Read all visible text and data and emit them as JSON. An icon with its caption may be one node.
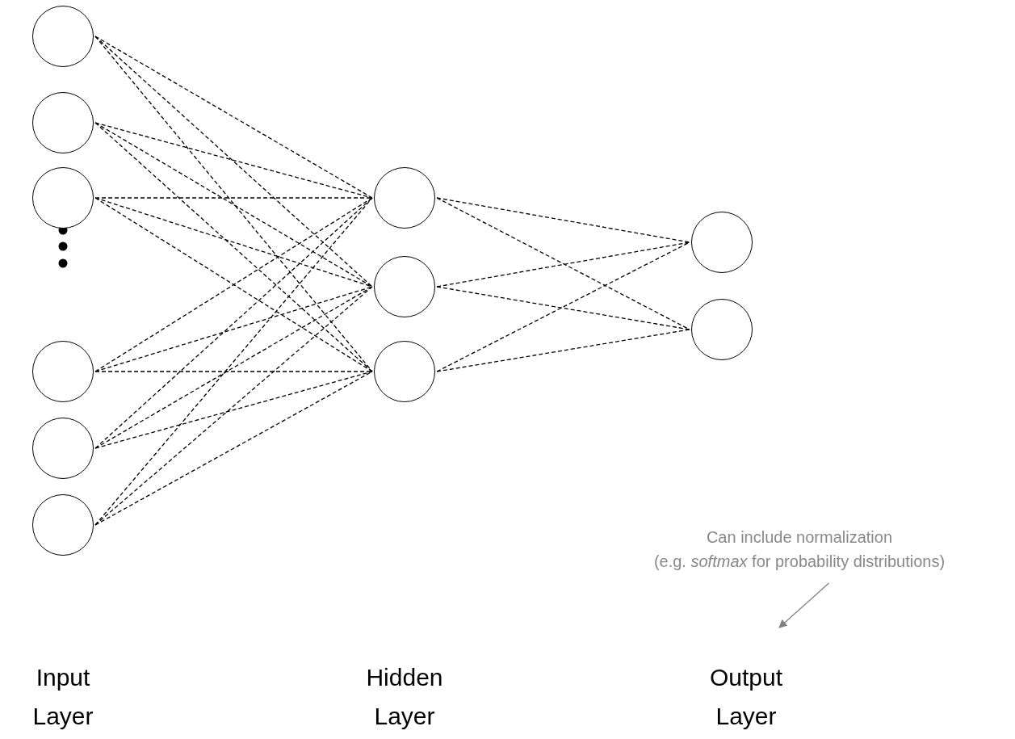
{
  "diagram": {
    "nodes": [
      {
        "text": [],
        "shape": "circle"
      },
      {
        "text": [],
        "shape": "circle"
      },
      {
        "text": [],
        "shape": "circle"
      },
      {
        "text": [],
        "shape": "circle"
      },
      {
        "text": [],
        "shape": "circle"
      },
      {
        "text": [],
        "shape": "circle"
      },
      {
        "text": [],
        "shape": "circle"
      },
      {
        "text": [],
        "shape": "circle"
      },
      {
        "text": [],
        "shape": "circle"
      },
      {
        "text": [],
        "shape": "circle"
      },
      {
        "text": [],
        "shape": "circle"
      },
      {
        "text": [
          "Can include normalization",
          "(e.g. *softmax* for probability distributions)"
        ]
      }
    ],
    "edges": [
      {
        "from": 0,
        "to": 6,
        "arrow": "none",
        "style": "dashed"
      },
      {
        "from": 0,
        "to": 7,
        "arrow": "none",
        "style": "dashed"
      },
      {
        "from": 0,
        "to": 8,
        "arrow": "none",
        "style": "dashed"
      },
      {
        "from": 1,
        "to": 6,
        "arrow": "none",
        "style": "dashed"
      },
      {
        "from": 1,
        "to": 7,
        "arrow": "none",
        "style": "dashed"
      },
      {
        "from": 1,
        "to": 8,
        "arrow": "none",
        "style": "dashed"
      },
      {
        "from": 2,
        "to": 6,
        "arrow": "none",
        "style": "dashed"
      },
      {
        "from": 2,
        "to": 7,
        "arrow": "none",
        "style": "dashed"
      },
      {
        "from": 2,
        "to": 8,
        "arrow": "none",
        "style": "dashed"
      },
      {
        "from": 3,
        "to": 6,
        "arrow": "none",
        "style": "dashed"
      },
      {
        "from": 3,
        "to": 7,
        "arrow": "none",
        "style": "dashed"
      },
      {
        "from": 3,
        "to": 8,
        "arrow": "none",
        "style": "dashed"
      },
      {
        "from": 4,
        "to": 6,
        "arrow": "none",
        "style": "dashed"
      },
      {
        "from": 4,
        "to": 7,
        "arrow": "none",
        "style": "dashed"
      },
      {
        "from": 4,
        "to": 8,
        "arrow": "none",
        "style": "dashed"
      },
      {
        "from": 5,
        "to": 6,
        "arrow": "none",
        "style": "dashed"
      },
      {
        "from": 5,
        "to": 7,
        "arrow": "none",
        "style": "dashed"
      },
      {
        "from": 5,
        "to": 8,
        "arrow": "none",
        "style": "dashed"
      },
      {
        "from": 6,
        "to": 9,
        "arrow": "none",
        "style": "dashed"
      },
      {
        "from": 6,
        "to": 10,
        "arrow": "none",
        "style": "dashed"
      },
      {
        "from": 7,
        "to": 9,
        "arrow": "none",
        "style": "dashed"
      },
      {
        "from": 7,
        "to": 10,
        "arrow": "none",
        "style": "dashed"
      },
      {
        "from": 8,
        "to": 9,
        "arrow": "none",
        "style": "dashed"
      },
      {
        "from": 8,
        "to": 10,
        "arrow": "none",
        "style": "dashed"
      },
      {
        "from": 11,
        "to": null,
        "arrow": "to",
        "color": "#808080"
      }
    ],
    "labels": [
      "Input Layer",
      "Hidden Layer",
      "Output Layer"
    ]
  }
}
